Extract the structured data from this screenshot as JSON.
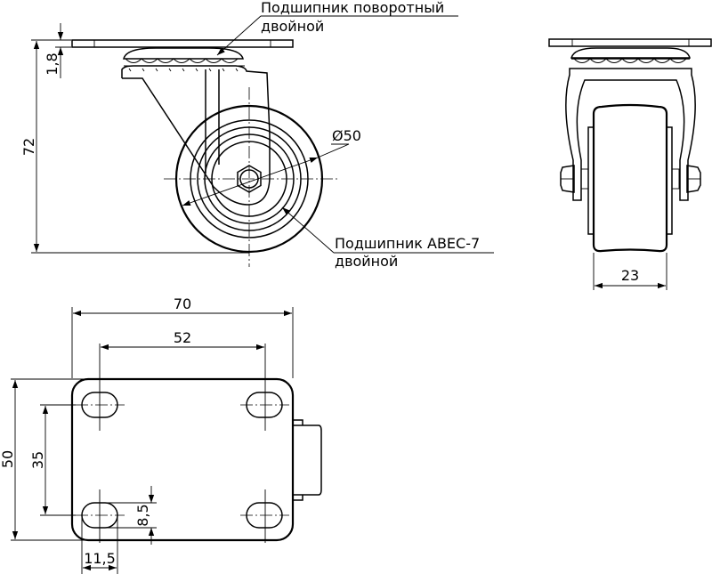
{
  "drawing": {
    "title": "Swivel caster technical drawing",
    "callouts": {
      "swivel_bearing_line1": "Подшипник поворотный",
      "swivel_bearing_line2": "двойной",
      "wheel_bearing_line1": "Подшипник ABEC-7",
      "wheel_bearing_line2": "двойной"
    },
    "dimensions": {
      "plate_thickness": "1,8",
      "total_height": "72",
      "wheel_diameter": "Ø50",
      "wheel_width": "23",
      "plate_length": "70",
      "hole_spacing_length": "52",
      "plate_width": "50",
      "hole_spacing_width": "35",
      "slot_width": "8,5",
      "slot_length": "11,5"
    },
    "views": [
      "side-view",
      "front-view",
      "top-view"
    ]
  }
}
